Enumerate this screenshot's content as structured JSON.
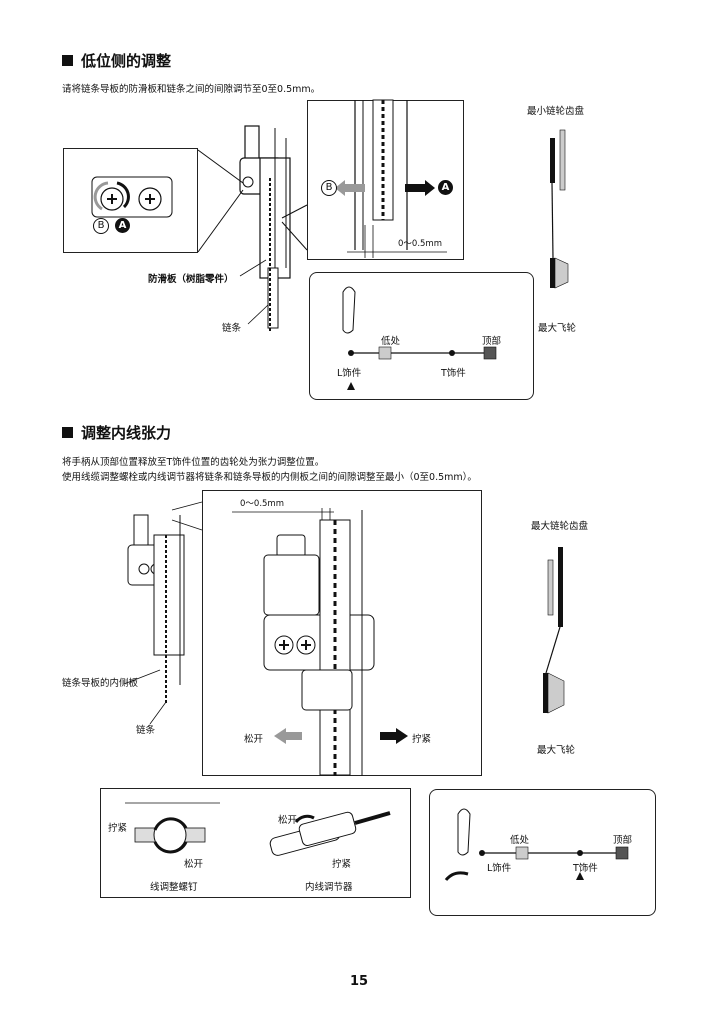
{
  "section1": {
    "title": "低位侧的调整",
    "instruction": "请将链条导板的防滑板和链条之间的间隙调节至0至0.5mm。",
    "label_smallest_chainring": "最小链轮齿盘",
    "label_largest_sprocket": "最大飞轮",
    "label_guard": "防滑板（树脂零件）",
    "label_chain": "链条",
    "label_gap": "0～0.5mm",
    "marker_a": "A",
    "marker_b": "B",
    "shifter": {
      "low_label": "低处",
      "top_label": "顶部",
      "l_label": "L饰件",
      "t_label": "T饰件"
    }
  },
  "section2": {
    "title": "调整内线张力",
    "instruction_line1": "将手柄从顶部位置释放至T饰件位置的齿轮处为张力调整位置。",
    "instruction_line2": "使用线缆调整螺栓或内线调节器将链条和链条导板的内侧板之间的间隙调整至最小（0至0.5mm）。",
    "label_gap": "0～0.5mm",
    "label_largest_chainring": "最大链轮齿盘",
    "label_largest_sprocket": "最大飞轮",
    "label_inner_plate": "链条导板的内侧板",
    "label_chain": "链条",
    "label_loosen": "松开",
    "label_tighten": "拧紧",
    "adjust_bolt": {
      "tighten": "拧紧",
      "loosen": "松开",
      "caption": "线调整螺钉"
    },
    "adjuster": {
      "loosen": "松开",
      "tighten": "拧紧",
      "caption": "内线调节器"
    },
    "shifter": {
      "low_label": "低处",
      "top_label": "顶部",
      "l_label": "L饰件",
      "t_label": "T饰件"
    }
  },
  "page_number": "15"
}
